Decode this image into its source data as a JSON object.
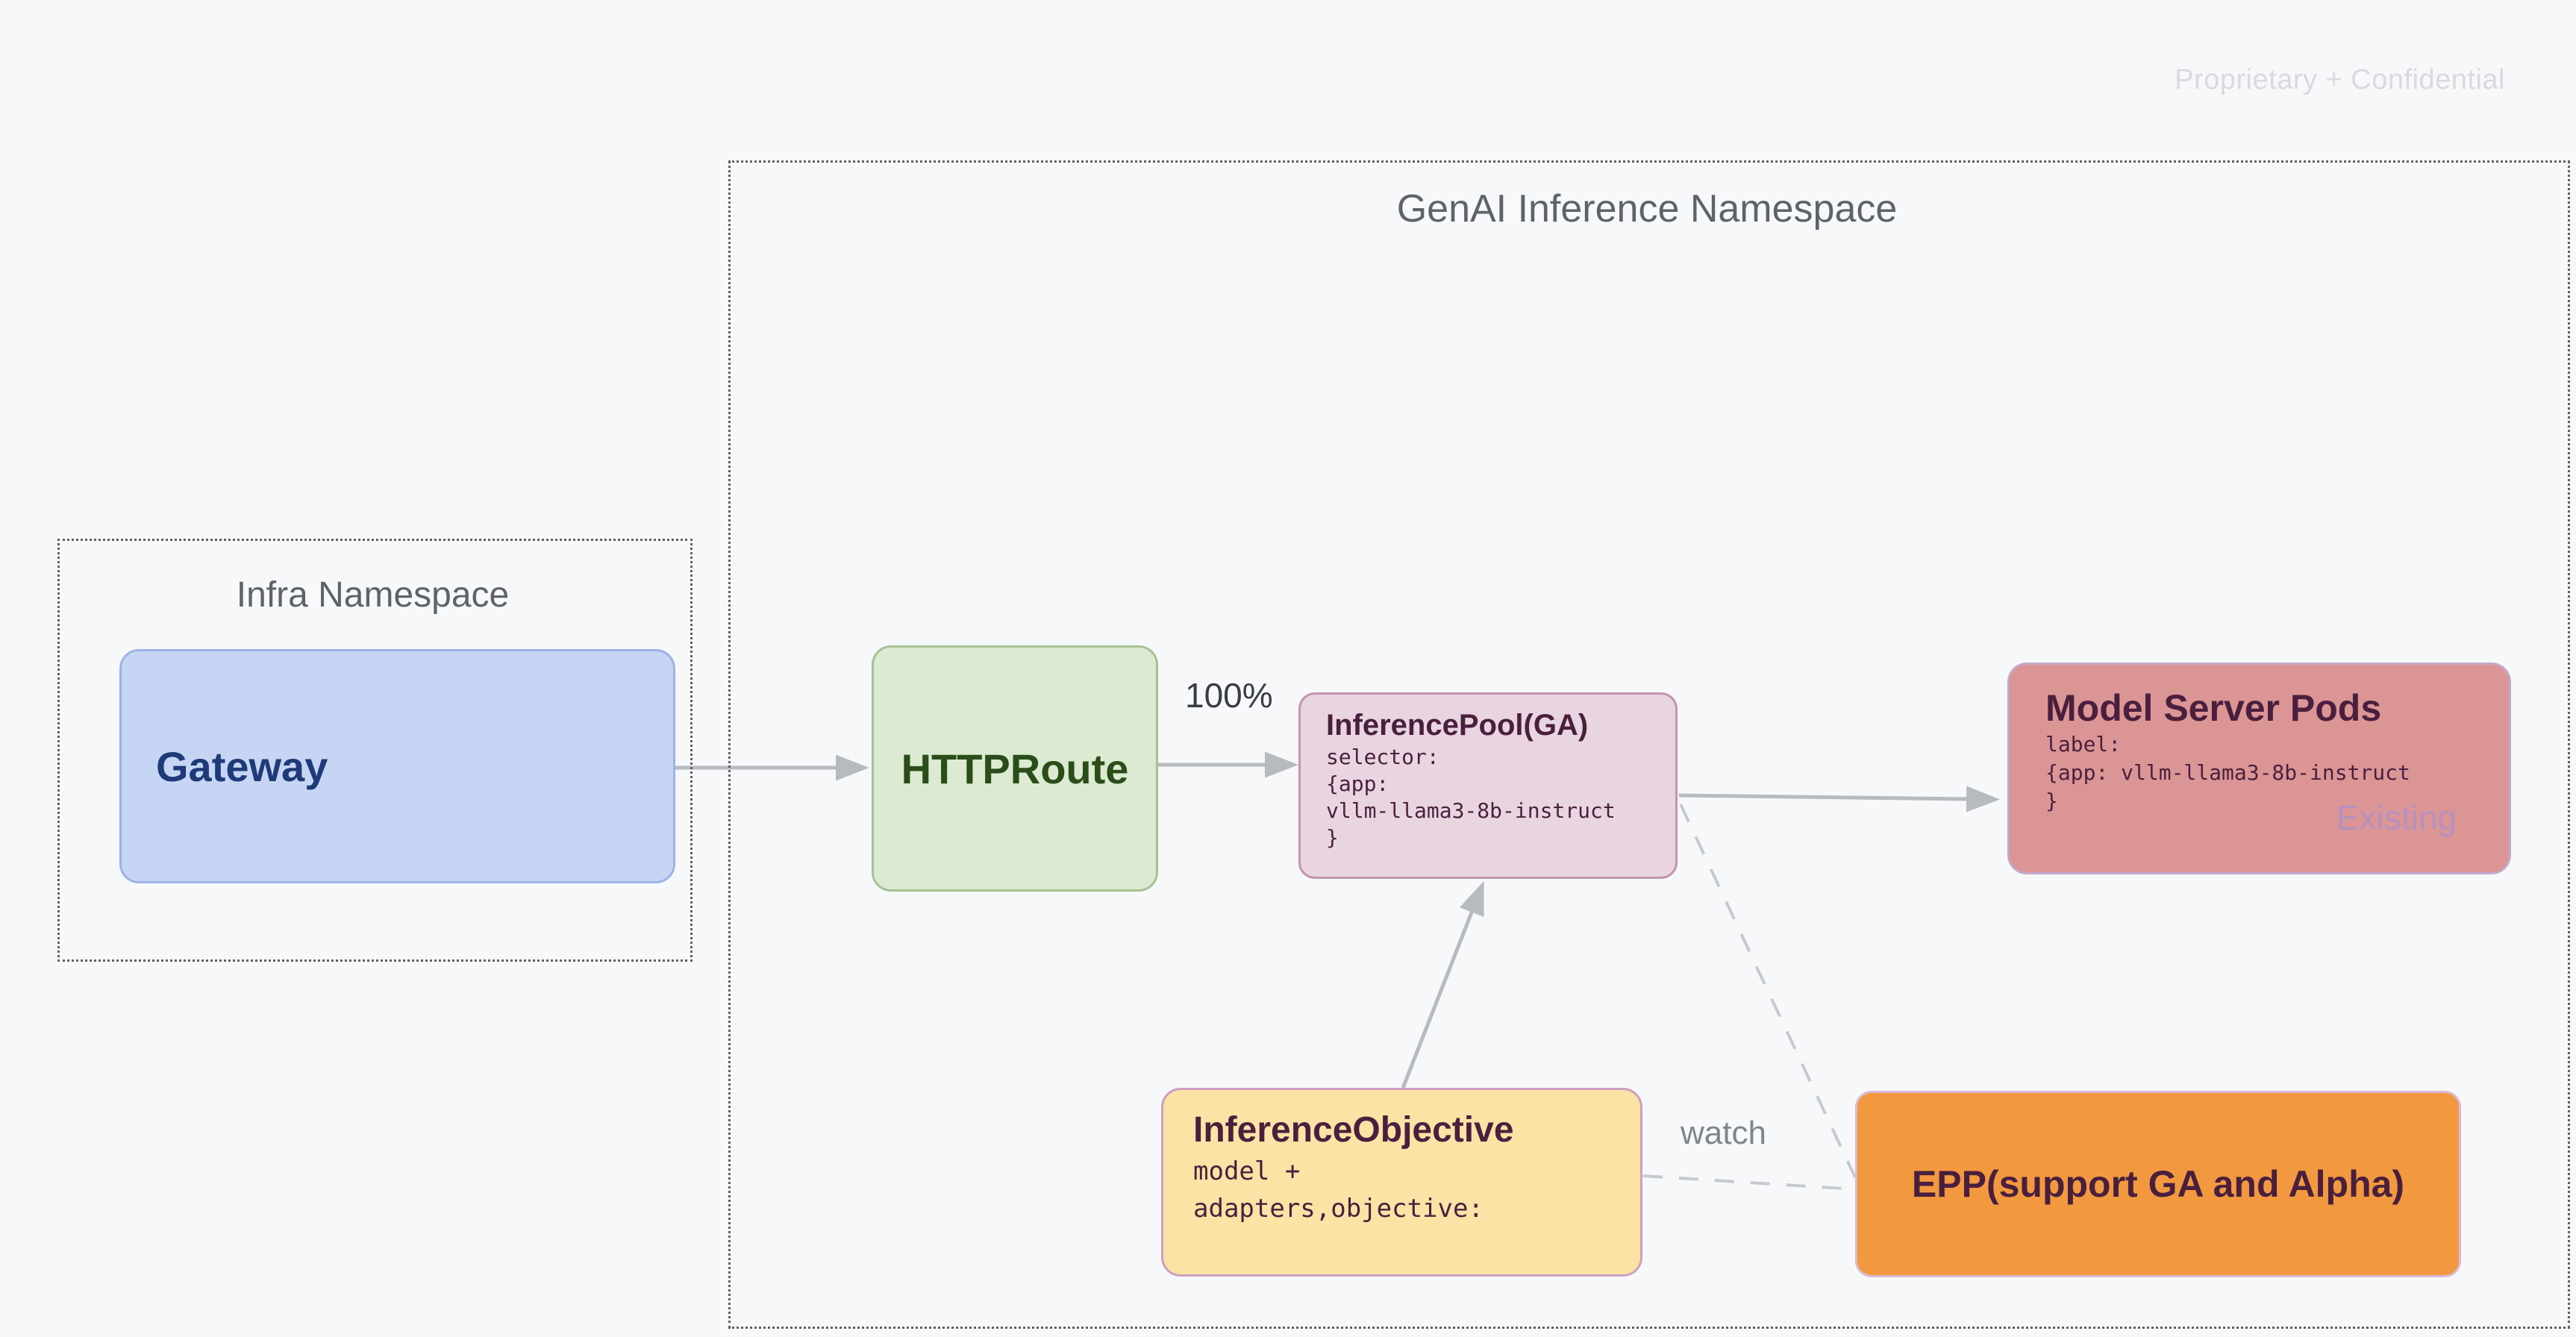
{
  "slide": {
    "watermark": "Proprietary + Confidential",
    "background_color": "#f7f8fa"
  },
  "diagram": {
    "genai_namespace": {
      "title": "GenAI Inference Namespace"
    },
    "infra_namespace": {
      "title": "Infra Namespace"
    },
    "nodes": {
      "gateway": {
        "label": "Gateway",
        "fill": "#c6d5f4",
        "border": "#9db3e6",
        "text_color": "#1e3a78"
      },
      "httproute": {
        "label": "HTTPRoute",
        "fill": "#dcead2",
        "border": "#a6c294",
        "text_color": "#2a4d19"
      },
      "inference_pool": {
        "title": "InferencePool(GA)",
        "body": "selector:\n{app:\nvllm-llama3-8b-instruct\n}",
        "fill": "#e8d5e0",
        "border": "#c295b2",
        "text_color": "#4a1f3e"
      },
      "model_server_pods": {
        "title": "Model Server Pods",
        "body": "label:\n{app: vllm-llama3-8b-instruct\n}",
        "status_tag": "Existing",
        "fill": "#db9595",
        "border": "#c3a9cb",
        "text_color": "#4a1f3e"
      },
      "inference_objective": {
        "title": "InferenceObjective",
        "body": "model +\nadapters,objective:",
        "fill": "#fae3a4",
        "border": "#cf9fc0",
        "text_color": "#4a1f3e"
      },
      "epp": {
        "label": "EPP(support GA and Alpha)",
        "fill": "#f2993f",
        "border": "#d9b9d4",
        "text_color": "#4a1f3e"
      }
    },
    "edge_labels": {
      "traffic_weight": "100%",
      "watch": "watch"
    },
    "edge_color_solid": "#b7babf",
    "edge_color_dashed": "#c6c9ce"
  }
}
